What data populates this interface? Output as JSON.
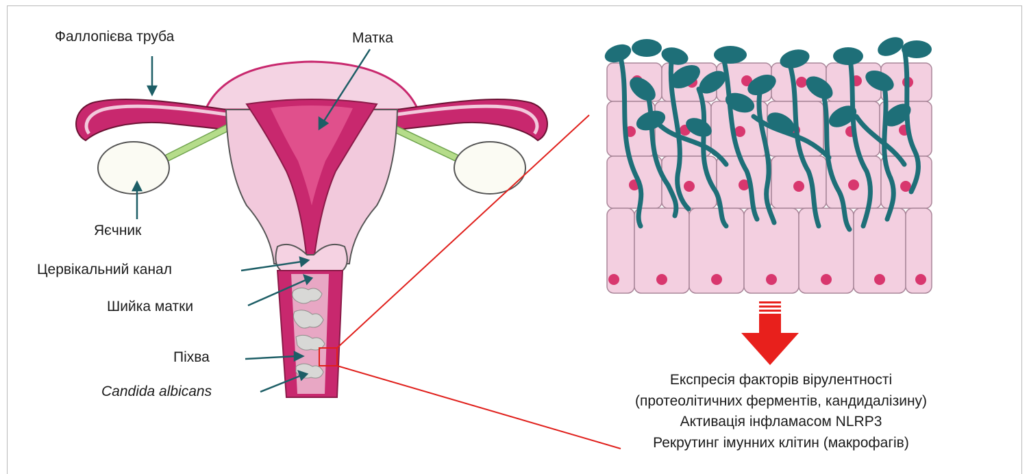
{
  "labels": {
    "fallopian_tube": "Фаллопієва труба",
    "uterus": "Матка",
    "ovary": "Яєчник",
    "cervical_canal": "Цервікальний канал",
    "cervix": "Шийка матки",
    "vagina": "Піхва",
    "candida": "Candida albicans"
  },
  "outcome": [
    "Експресія факторів вірулентності",
    "(протеолітичних ферментів, кандидалізину)",
    "Активація інфламасом NLRP3",
    "Рекрутинг імунних клітин (макрофагів)"
  ],
  "colors": {
    "uterus_magenta": "#c8286e",
    "uterus_light": "#f2c9dc",
    "cell_pink": "#f3cfe0",
    "nucleus": "#d8376e",
    "fungus_teal": "#1e6f78",
    "ligament_green": "#b5dc8a",
    "arrow_red": "#e8201c",
    "zoom_line_red": "#e0201c"
  }
}
